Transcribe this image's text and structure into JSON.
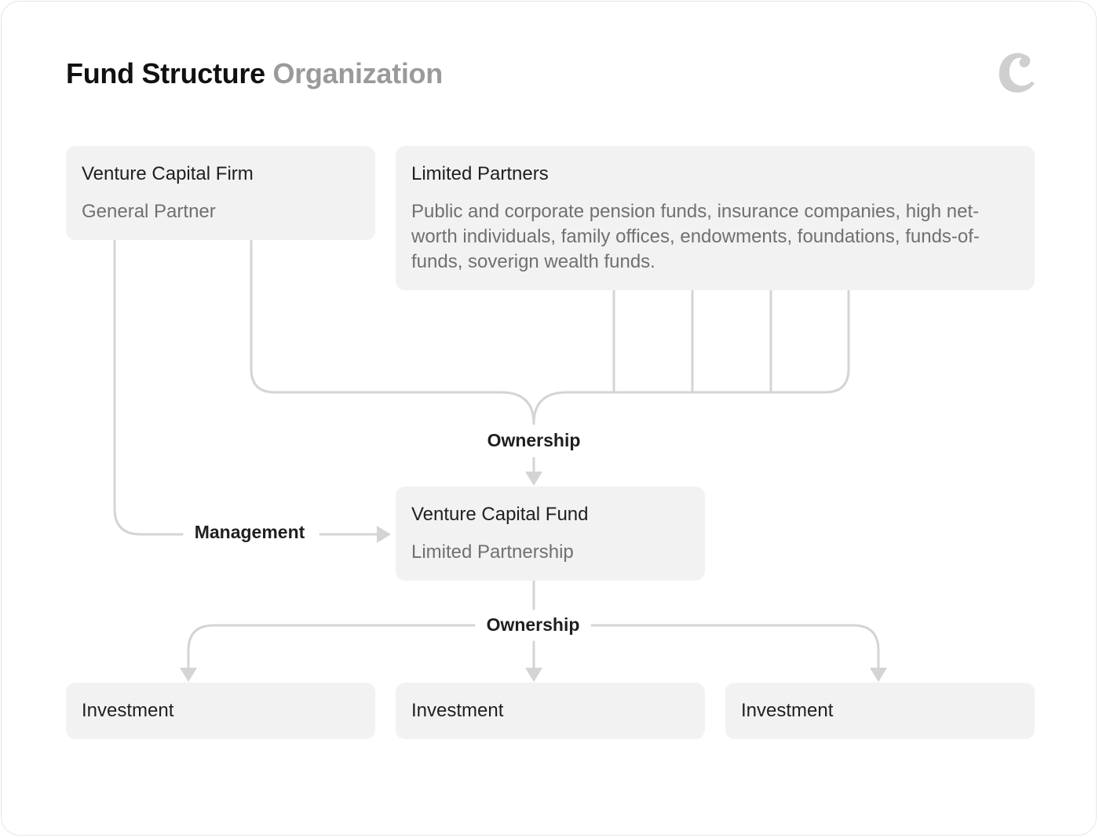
{
  "title": {
    "main": "Fund Structure",
    "sub": "Organization"
  },
  "logo": {
    "icon": "c-logo-icon",
    "letter": "C"
  },
  "gp": {
    "title": "Venture Capital Firm",
    "subtitle": "General Partner"
  },
  "lp": {
    "title": "Limited Partners",
    "description": "Public and corporate pension funds, insurance companies, high net-worth individuals, family offices, endowments, foundations, funds-of-funds, soverign wealth funds."
  },
  "fund": {
    "title": "Venture Capital Fund",
    "subtitle": "Limited Partnership"
  },
  "labels": {
    "ownership_top": "Ownership",
    "management": "Management",
    "ownership_bottom": "Ownership"
  },
  "investments": [
    {
      "label": "Investment"
    },
    {
      "label": "Investment"
    },
    {
      "label": "Investment"
    }
  ],
  "colors": {
    "box_fill": "#f2f2f2",
    "connector": "#d4d4d4",
    "title_main": "#111111",
    "title_sub": "#9a9a9a"
  }
}
